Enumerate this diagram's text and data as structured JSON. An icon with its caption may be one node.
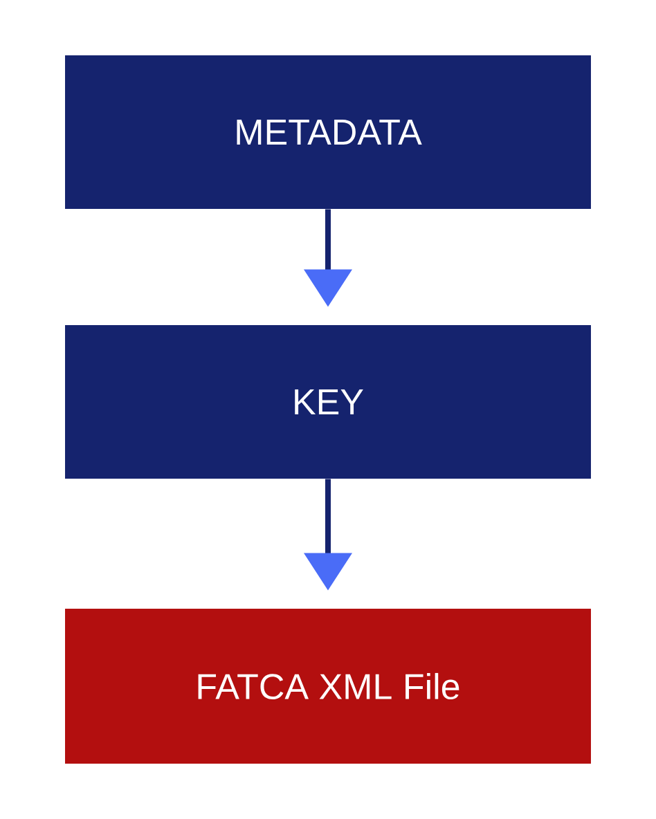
{
  "diagram": {
    "nodes": [
      {
        "text": [
          "METADATA"
        ]
      },
      {
        "text": [
          "KEY"
        ]
      },
      {
        "text": [
          "FATCA XML File"
        ]
      }
    ],
    "edges": [
      {
        "from": 0,
        "to": 1,
        "arrow": "to"
      },
      {
        "from": 1,
        "to": 2,
        "arrow": "to"
      }
    ]
  }
}
